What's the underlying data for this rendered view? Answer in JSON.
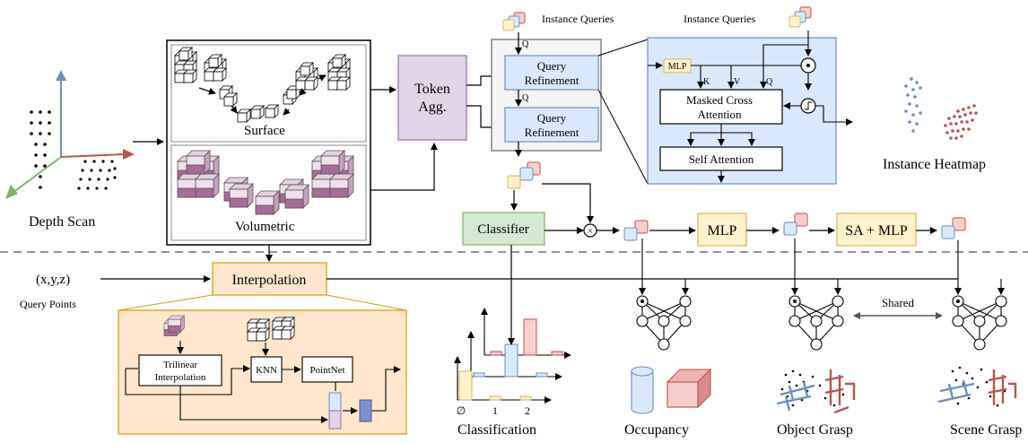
{
  "labels": {
    "depth_scan": "Depth Scan",
    "surface": "Surface",
    "volumetric": "Volumetric",
    "token_agg_1": "Token",
    "token_agg_2": "Agg.",
    "instance_queries_left": "Instance Queries",
    "instance_queries_right": "Instance Queries",
    "query_refinement_1a": "Query",
    "query_refinement_1b": "Refinement",
    "query_refinement_2a": "Query",
    "query_refinement_2b": "Refinement",
    "q_label": "Q",
    "mlp_small": "MLP",
    "k_label": "K",
    "v_label": "V",
    "masked_cross_1": "Masked Cross",
    "masked_cross_2": "Attention",
    "self_attention": "Self Attention",
    "instance_heatmap": "Instance Heatmap",
    "classifier": "Classifier",
    "mlp": "MLP",
    "sa_mlp": "SA + MLP",
    "xyz": "(x,y,z)",
    "query_points": "Query Points",
    "interpolation": "Interpolation",
    "trilinear_1": "Trilinear",
    "trilinear_2": "Interpolation",
    "knn": "KNN",
    "pointnet": "PointNet",
    "shared": "Shared",
    "classification": "Classification",
    "occupancy": "Occupancy",
    "object_grasp": "Object Grasp",
    "scene_grasp": "Scene Grasp",
    "tick_empty": "∅",
    "tick_1": "1",
    "tick_2": "2"
  },
  "colors": {
    "token_agg": "#e1d5e7",
    "query_ref": "#dae8fc",
    "attention_panel": "#dae8fc",
    "classifier": "#d5e8d4",
    "mlp": "#fff2cc",
    "interpolation": "#ffe6cc",
    "yellow_token": "#fff2cc",
    "red_token": "#f8cecc",
    "blue_token": "#dae8fc"
  }
}
